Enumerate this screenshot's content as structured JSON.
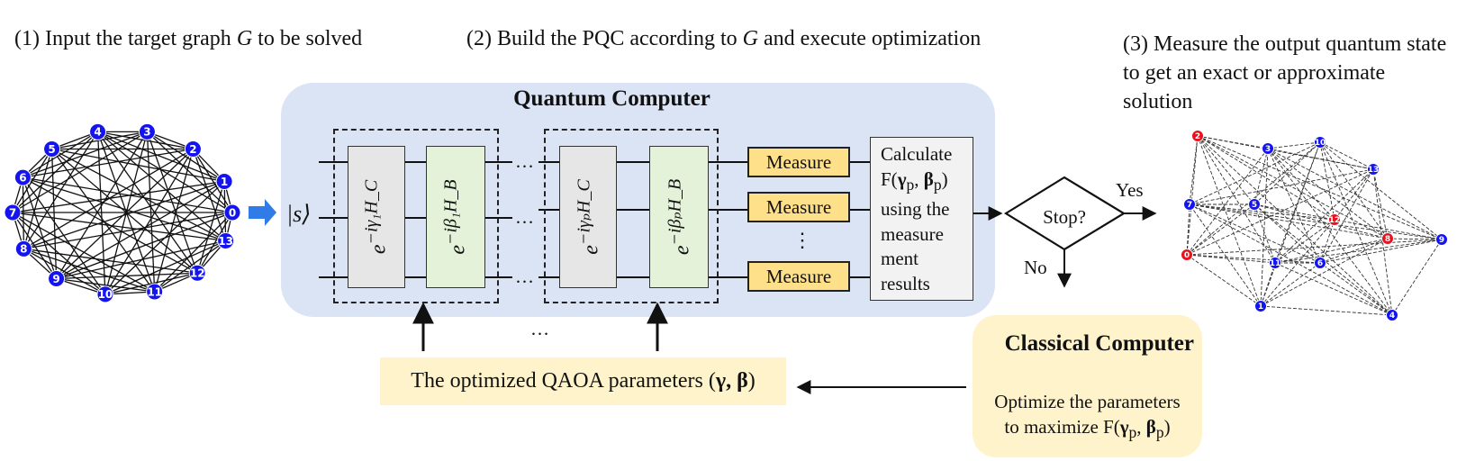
{
  "captions": {
    "step1_prefix": "(1) Input the target graph ",
    "step1_var": "G",
    "step1_suffix": " to be solved",
    "step2_prefix": "(2) Build the PQC according to ",
    "step2_var": "G",
    "step2_suffix": " and execute optimization",
    "step3": "(3) Measure the output quantum state to get an exact or approximate solution"
  },
  "quantum_computer": {
    "title": "Quantum Computer",
    "initial_state": "|s⟩",
    "gates": [
      {
        "label": "e",
        "exp": "−iγ₁H_C"
      },
      {
        "label": "e",
        "exp": "−iβ₁H_B"
      },
      {
        "label": "e",
        "exp": "−iγₚH_C"
      },
      {
        "label": "e",
        "exp": "−iβₚH_B"
      }
    ],
    "measure_label": "Measure",
    "measure_dots": "⋮",
    "ellipsis": "…",
    "calc_lines": [
      "Calculate",
      "F(γp, βp)",
      "using the",
      "measure",
      "ment",
      "results"
    ]
  },
  "decision": {
    "label": "Stop?",
    "yes": "Yes",
    "no": "No"
  },
  "classical_computer": {
    "title": "Classical Computer",
    "text_line1": "Optimize the parameters",
    "text_line2": "to maximize F(γp, βp)"
  },
  "parameters_box": "The optimized QAOA parameters (γ, β)",
  "below_ellipsis": "…",
  "input_graph": {
    "nodes": [
      "0",
      "1",
      "2",
      "3",
      "4",
      "5",
      "6",
      "7",
      "8",
      "9",
      "10",
      "11",
      "12",
      "13"
    ],
    "node_color": "#1414f0"
  },
  "output_graph": {
    "nodes": [
      {
        "id": "0",
        "color": "#e8111e"
      },
      {
        "id": "1",
        "color": "#1414f0"
      },
      {
        "id": "2",
        "color": "#e8111e"
      },
      {
        "id": "3",
        "color": "#1414f0"
      },
      {
        "id": "4",
        "color": "#1414f0"
      },
      {
        "id": "5",
        "color": "#1414f0"
      },
      {
        "id": "6",
        "color": "#1414f0"
      },
      {
        "id": "7",
        "color": "#1414f0"
      },
      {
        "id": "8",
        "color": "#e8111e"
      },
      {
        "id": "9",
        "color": "#1414f0"
      },
      {
        "id": "10",
        "color": "#1414f0"
      },
      {
        "id": "11",
        "color": "#1414f0"
      },
      {
        "id": "12",
        "color": "#e8111e"
      },
      {
        "id": "13",
        "color": "#1414f0"
      }
    ]
  },
  "colors": {
    "quantum_panel": "#dbe4f5",
    "classical_panel": "#fff3cc",
    "measure_box": "#ffe08a",
    "gate_hc": "#e6e6e6",
    "gate_hb": "#e3f2d9",
    "input_arrow": "#2f7be8"
  }
}
